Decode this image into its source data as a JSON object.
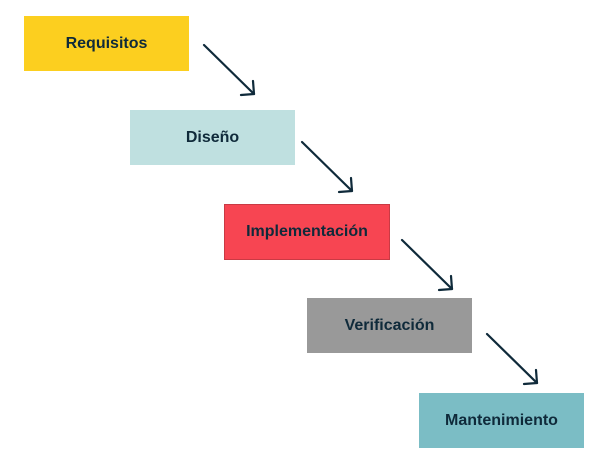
{
  "stages": [
    {
      "label": "Requisitos",
      "color": "#fccf1f"
    },
    {
      "label": "Diseño",
      "color": "#bfe0e0"
    },
    {
      "label": "Implementación",
      "color": "#f74552"
    },
    {
      "label": "Verificación",
      "color": "#999999"
    },
    {
      "label": "Mantenimiento",
      "color": "#7bbdc5"
    }
  ],
  "arrow_color": "#0f2a3a",
  "text_color": "#0f2a3a"
}
